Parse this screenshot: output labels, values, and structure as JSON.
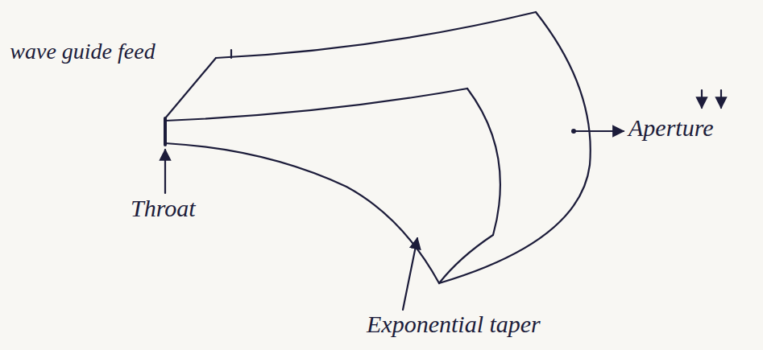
{
  "diagram": {
    "labels": [
      "wave guide feed",
      "Throat",
      "Aperture",
      "Exponential taper"
    ]
  }
}
